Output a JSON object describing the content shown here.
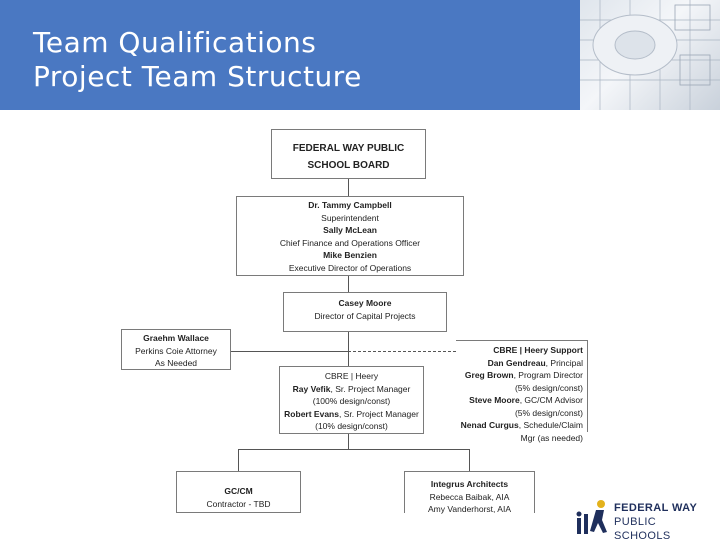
{
  "slide": {
    "title_line1": "Team Qualifications",
    "title_line2": "Project Team Structure"
  },
  "org": {
    "board": {
      "line1": "FEDERAL WAY PUBLIC",
      "line2": "SCHOOL BOARD"
    },
    "superintendent": {
      "name1": "Dr. Tammy Campbell",
      "role1": "Superintendent",
      "name2": "Sally McLean",
      "role2": "Chief Finance and Operations Officer",
      "name3": "Mike Benzien",
      "role3": "Executive Director of Operations"
    },
    "capital": {
      "name": "Casey Moore",
      "role": "Director of Capital Projects"
    },
    "attorney": {
      "name": "Graehm Wallace",
      "role": "Perkins Coie Attorney",
      "note": "As Needed"
    },
    "cbre": {
      "heading": "CBRE | Heery",
      "name1": "Ray Vefik",
      "role1": ", Sr. Project Manager",
      "note1": "(100% design/const)",
      "name2": "Robert Evans",
      "role2": ", Sr. Project Manager",
      "note2": "(10% design/const)"
    },
    "support": {
      "heading": "CBRE | Heery Support",
      "name1": "Dan Gendreau",
      "role1": ", Principal",
      "name2": "Greg Brown",
      "role2": ", Program Director",
      "note2": "(5% design/const)",
      "name3": "Steve Moore",
      "role3": ", GC/CM Advisor",
      "note3": "(5% design/const)",
      "name4": "Nenad Curgus",
      "role4": ", Schedule/Claim",
      "note4": "Mgr (as needed)"
    },
    "gccm": {
      "line1": "GC/CM",
      "line2": "Contractor - TBD"
    },
    "architects": {
      "heading": "Integrus    Architects",
      "line1": "Rebecca  Baibak,  AIA",
      "line2": "Amy Vanderhorst, AIA"
    }
  },
  "logo": {
    "line1": "FEDERAL WAY",
    "line2": "PUBLIC SCHOOLS",
    "icon": "running-figures-icon"
  },
  "colors": {
    "banner": "#4a78c2",
    "logo_text": "#1f2f5c"
  }
}
